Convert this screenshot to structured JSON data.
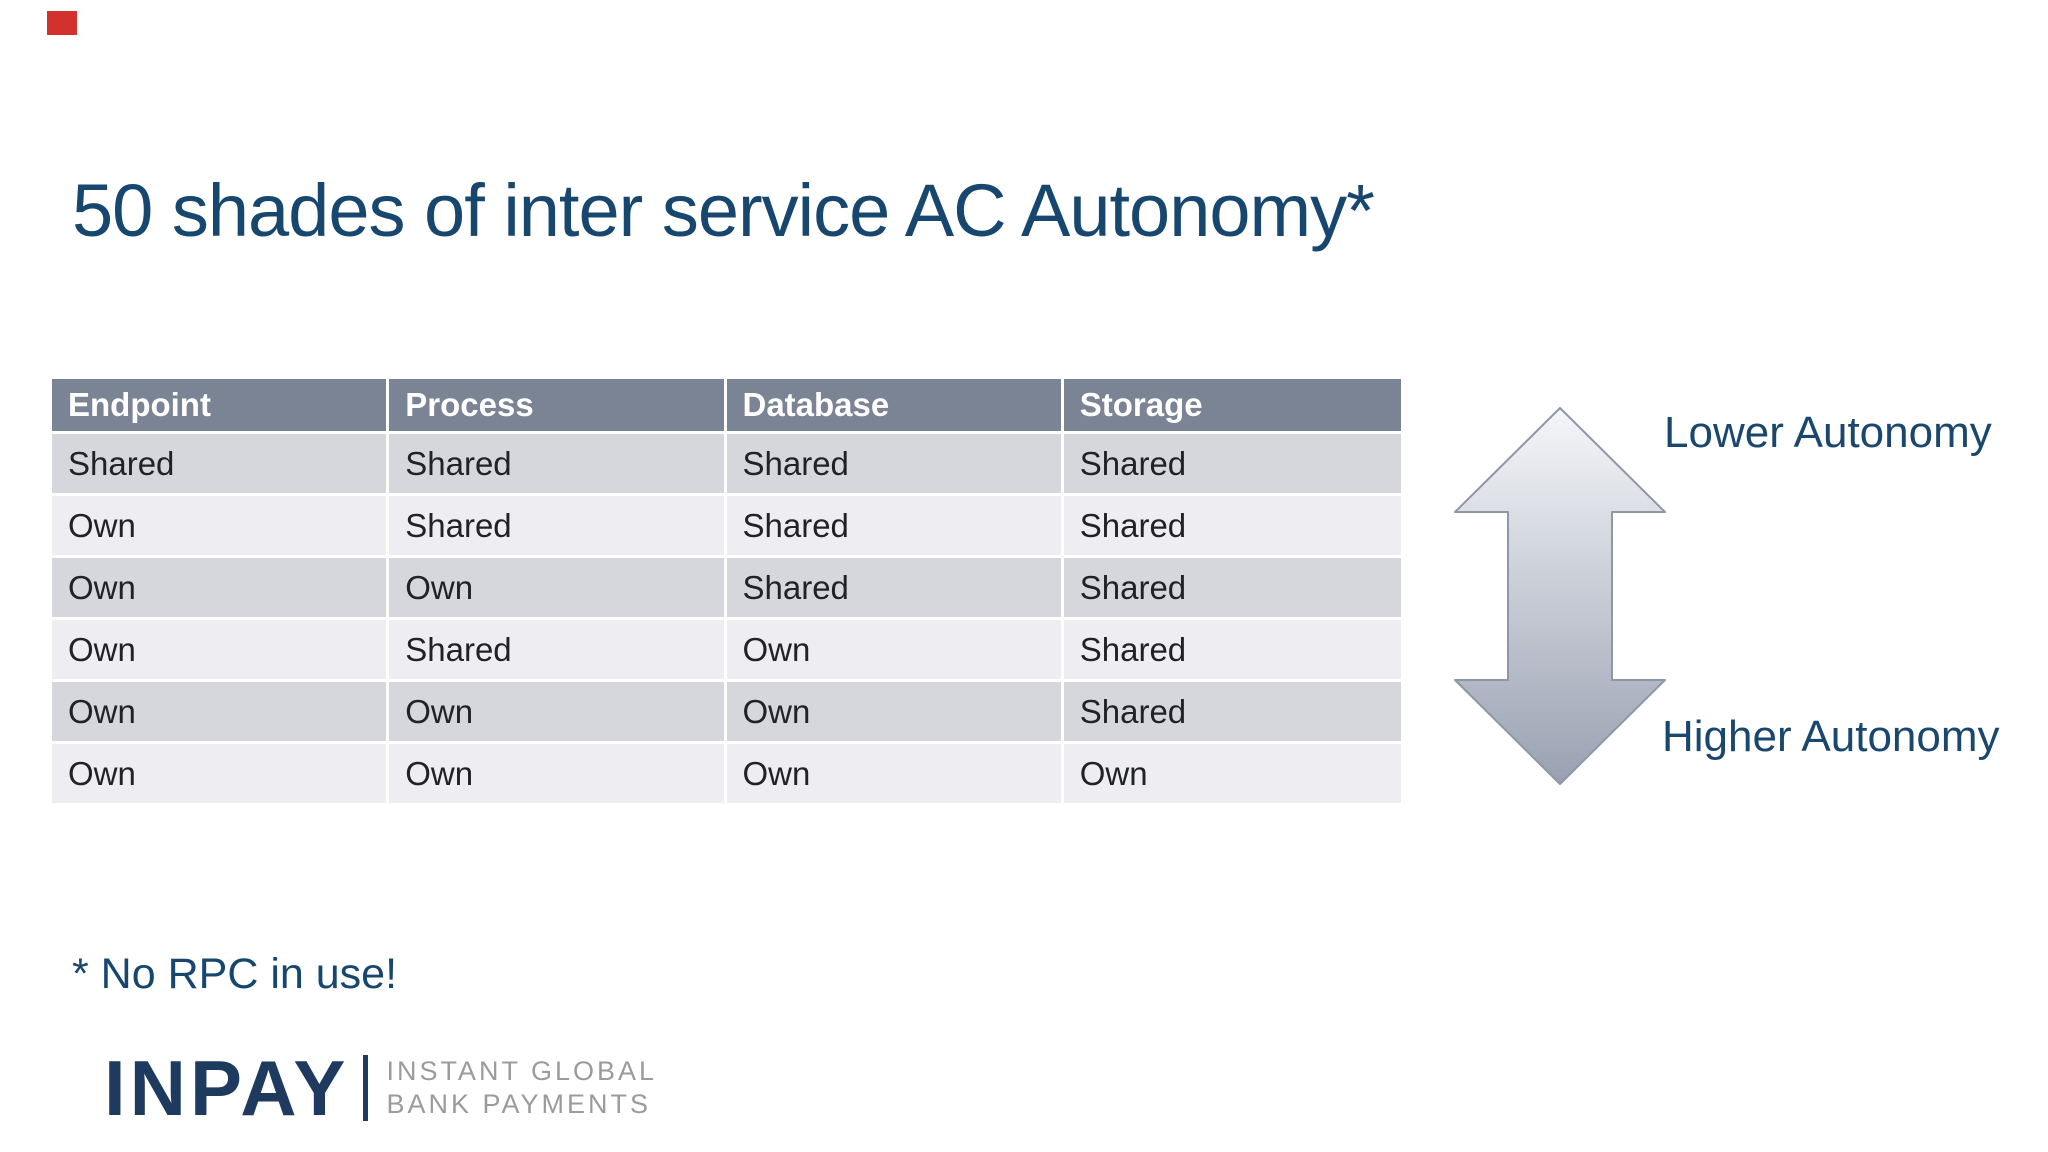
{
  "slide": {
    "title": "50 shades of inter service AC Autonomy*",
    "footnote": "* No RPC in use!"
  },
  "table": {
    "headers": [
      "Endpoint",
      "Process",
      "Database",
      "Storage"
    ],
    "rows": [
      [
        "Shared",
        "Shared",
        "Shared",
        "Shared"
      ],
      [
        "Own",
        "Shared",
        "Shared",
        "Shared"
      ],
      [
        "Own",
        "Own",
        "Shared",
        "Shared"
      ],
      [
        "Own",
        "Shared",
        "Own",
        "Shared"
      ],
      [
        "Own",
        "Own",
        "Own",
        "Shared"
      ],
      [
        "Own",
        "Own",
        "Own",
        "Own"
      ]
    ]
  },
  "arrow": {
    "top_label": "Lower Autonomy",
    "bottom_label": "Higher Autonomy"
  },
  "logo": {
    "brand": "INPAY",
    "tagline_line1": "INSTANT GLOBAL",
    "tagline_line2": "BANK PAYMENTS"
  },
  "colors": {
    "title_text": "#17476E",
    "label_text": "#1A476D",
    "header_bg": "#7B8495",
    "header_text": "#FFFFFF",
    "row_odd_bg": "#D5D7DC",
    "row_even_bg": "#EEEEF2",
    "cell_text": "#212226",
    "arrow_gradient_top": "#F5F6F9",
    "arrow_gradient_bottom": "#99A1B1",
    "arrow_border": "#8E96A8",
    "logo_navy": "#1E3A5F",
    "tagline_gray": "#9B9B9B",
    "red_marker": "#D2312E"
  }
}
